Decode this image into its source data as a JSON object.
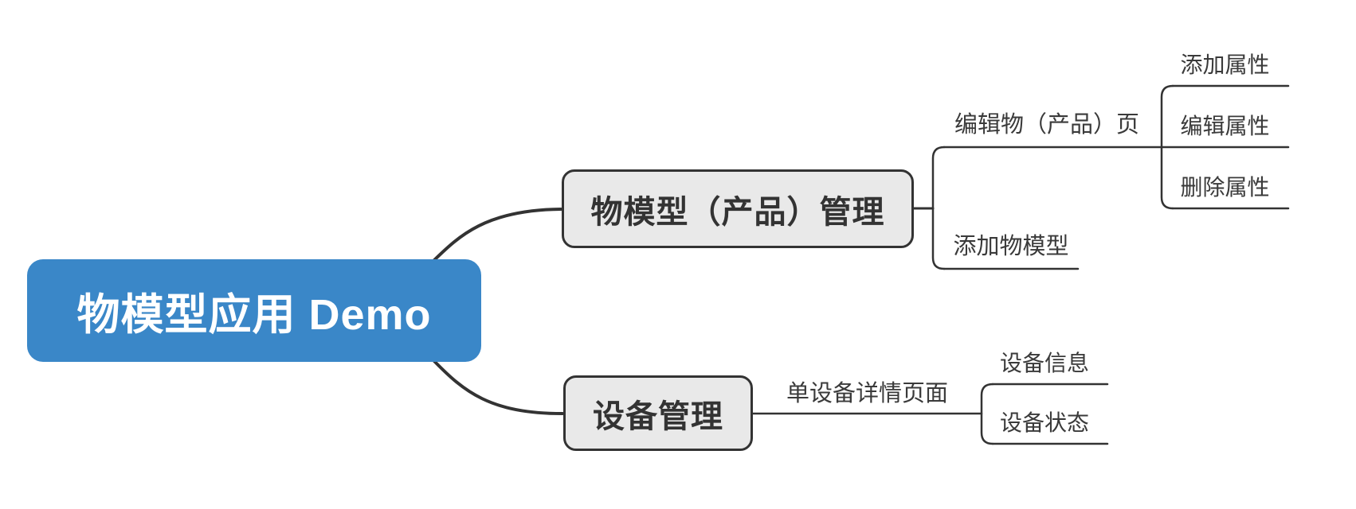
{
  "mindmap": {
    "root": {
      "label": "物模型应用 Demo"
    },
    "branches": [
      {
        "label": "物模型（产品）管理",
        "children": [
          {
            "label": "编辑物（产品）页",
            "children": [
              {
                "label": "添加属性"
              },
              {
                "label": "编辑属性"
              },
              {
                "label": "删除属性"
              }
            ]
          },
          {
            "label": "添加物模型",
            "children": []
          }
        ]
      },
      {
        "label": "设备管理",
        "children": [
          {
            "label": "单设备详情页面",
            "children": [
              {
                "label": "设备信息"
              },
              {
                "label": "设备状态"
              }
            ]
          }
        ]
      }
    ],
    "colors": {
      "canvas_bg": "#ffffff",
      "root_bg": "#3a87c8",
      "root_text": "#ffffff",
      "branch_bg": "#e9e9e9",
      "line": "#333333",
      "topic_text": "#333333",
      "label_text": "#3a3a3a"
    }
  }
}
